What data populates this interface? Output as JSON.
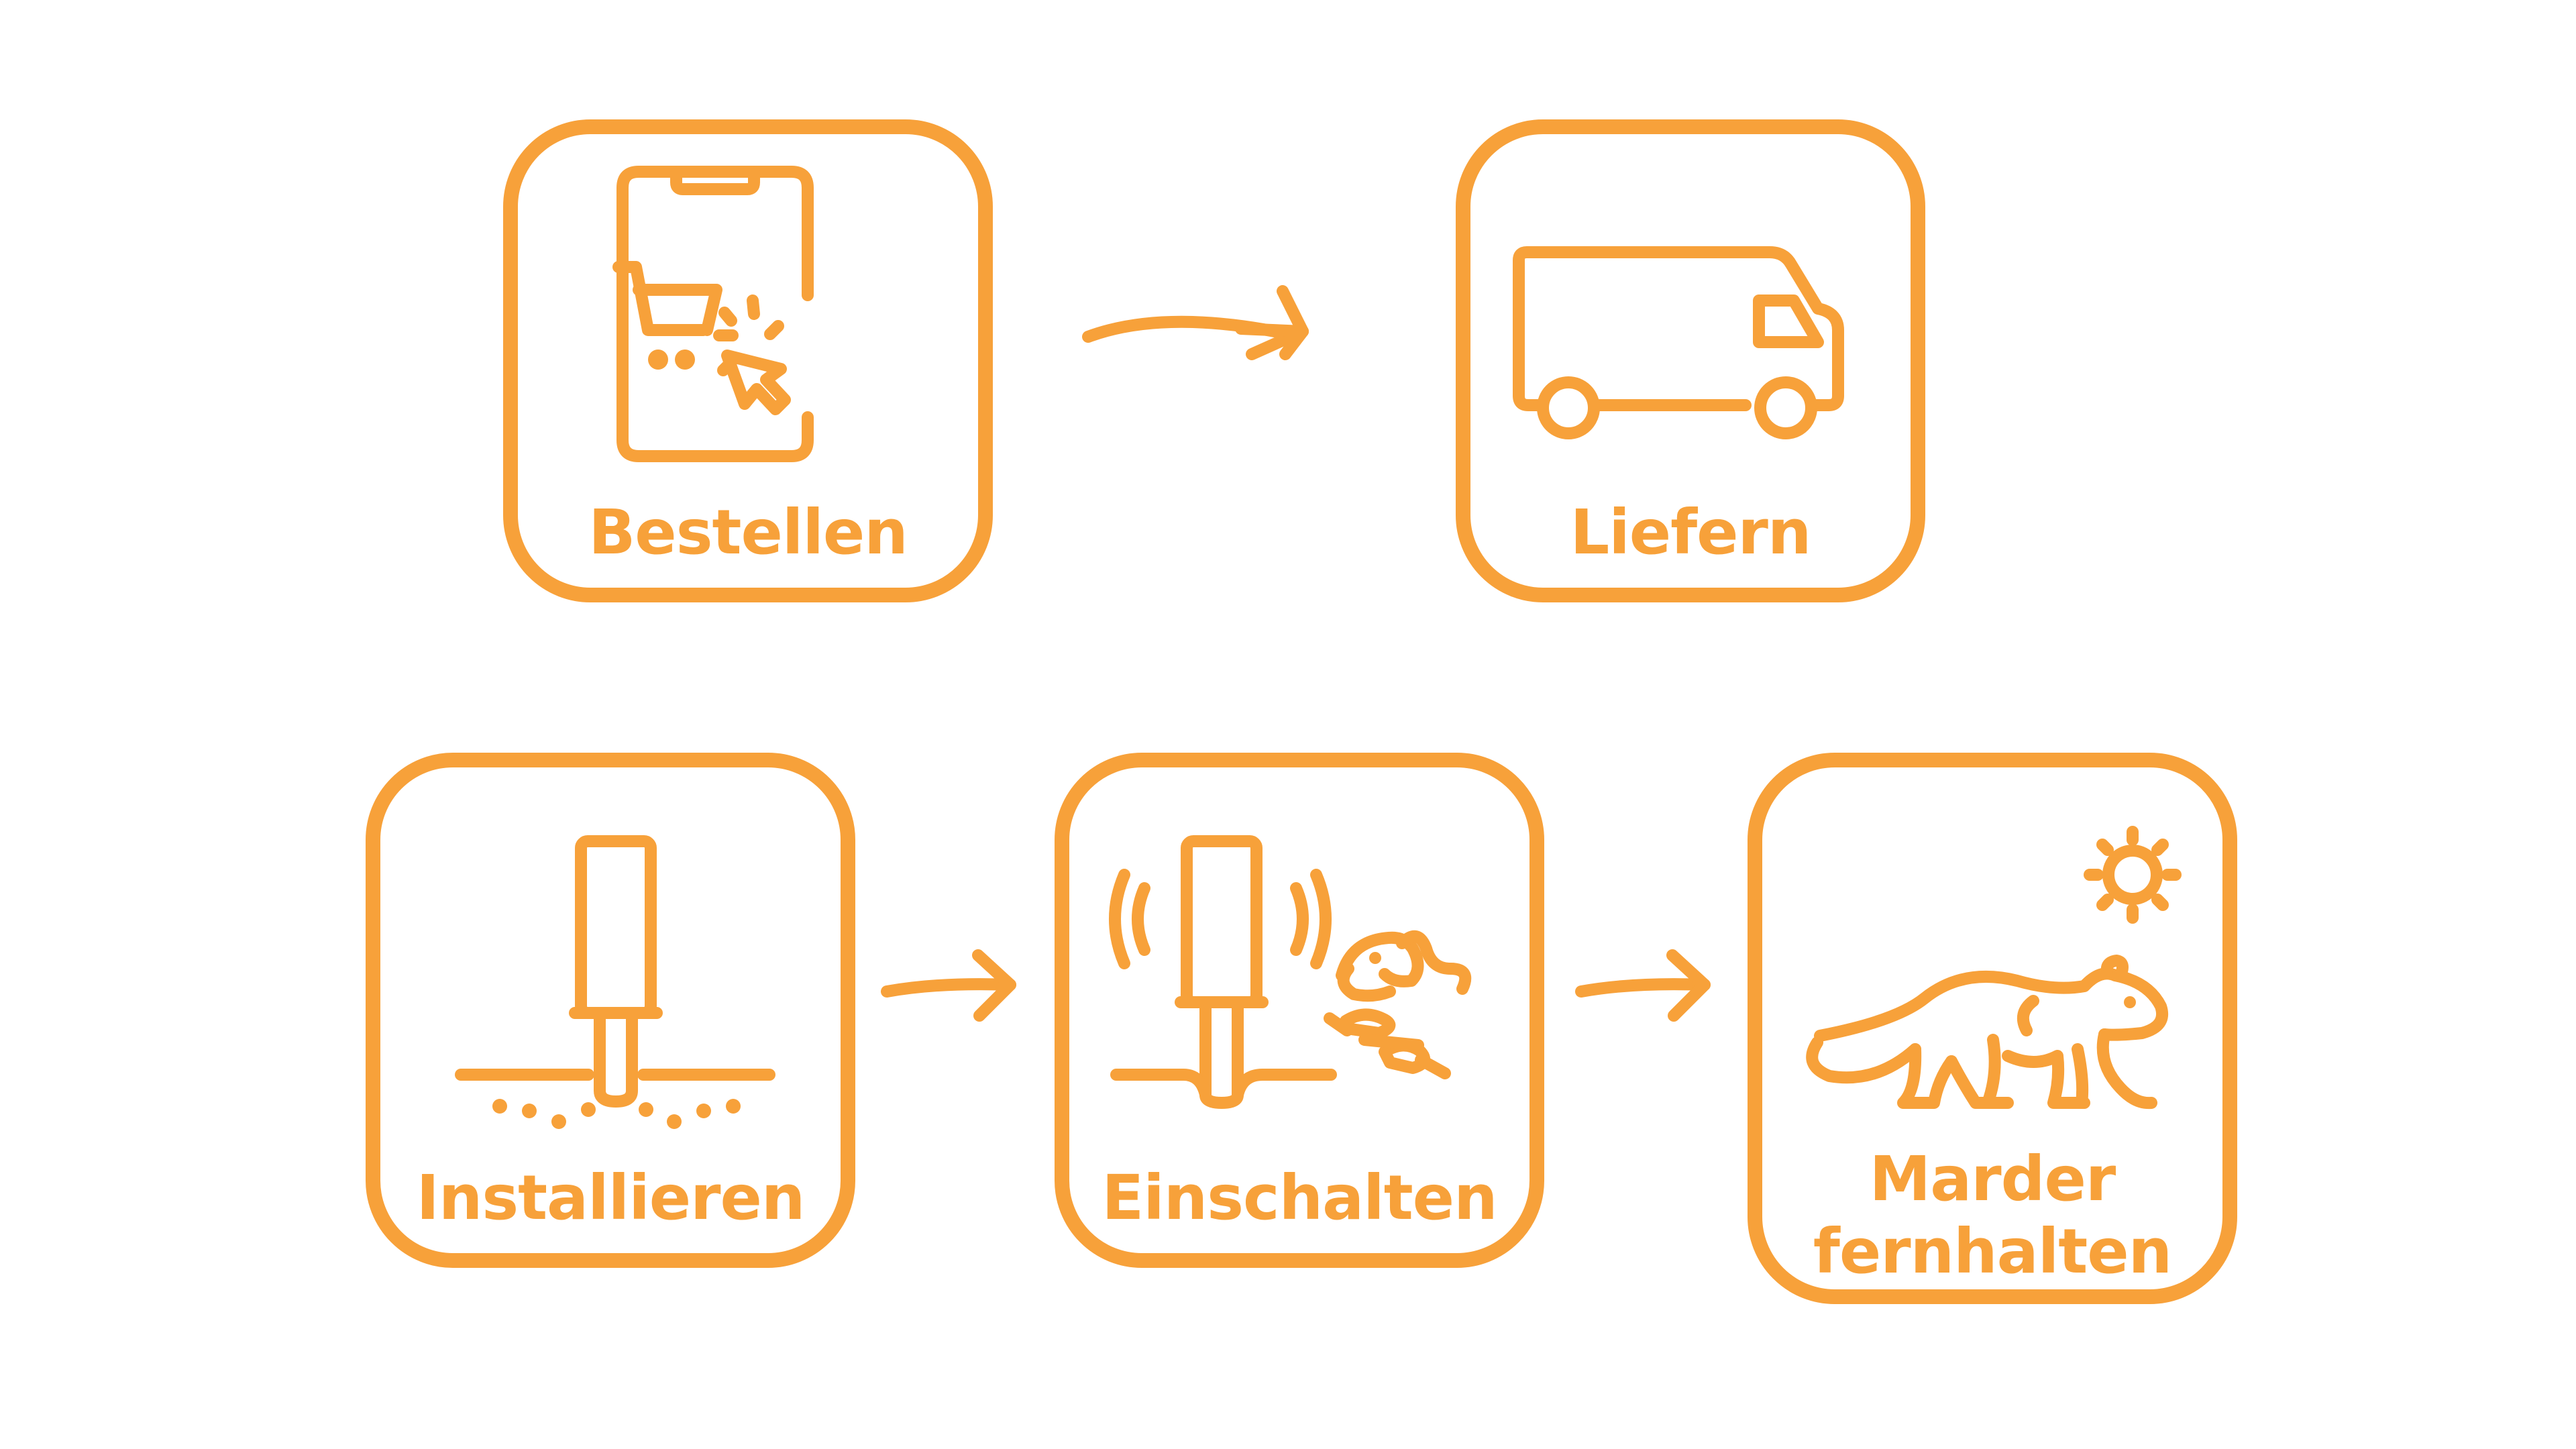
{
  "theme": {
    "accent_color": "#F7A13A",
    "background": "#ffffff"
  },
  "steps": [
    {
      "id": "bestellen",
      "label": "Bestellen",
      "icon": "smartphone-cart-click-icon"
    },
    {
      "id": "liefern",
      "label": "Liefern",
      "icon": "delivery-van-icon"
    },
    {
      "id": "installieren",
      "label": "Installieren",
      "icon": "ground-stake-device-icon"
    },
    {
      "id": "einschalten",
      "label": "Einschalten",
      "icon": "ultrasonic-device-rodent-icon"
    },
    {
      "id": "marder_fernhalten",
      "label_lines": [
        "Marder",
        "fernhalten"
      ],
      "icon": "marten-sun-icon"
    }
  ],
  "arrows": [
    {
      "from": "bestellen",
      "to": "liefern",
      "icon": "curved-arrow-icon"
    },
    {
      "from": "installieren",
      "to": "einschalten",
      "icon": "arrow-right-icon"
    },
    {
      "from": "einschalten",
      "to": "marder_fernhalten",
      "icon": "arrow-right-icon"
    }
  ]
}
